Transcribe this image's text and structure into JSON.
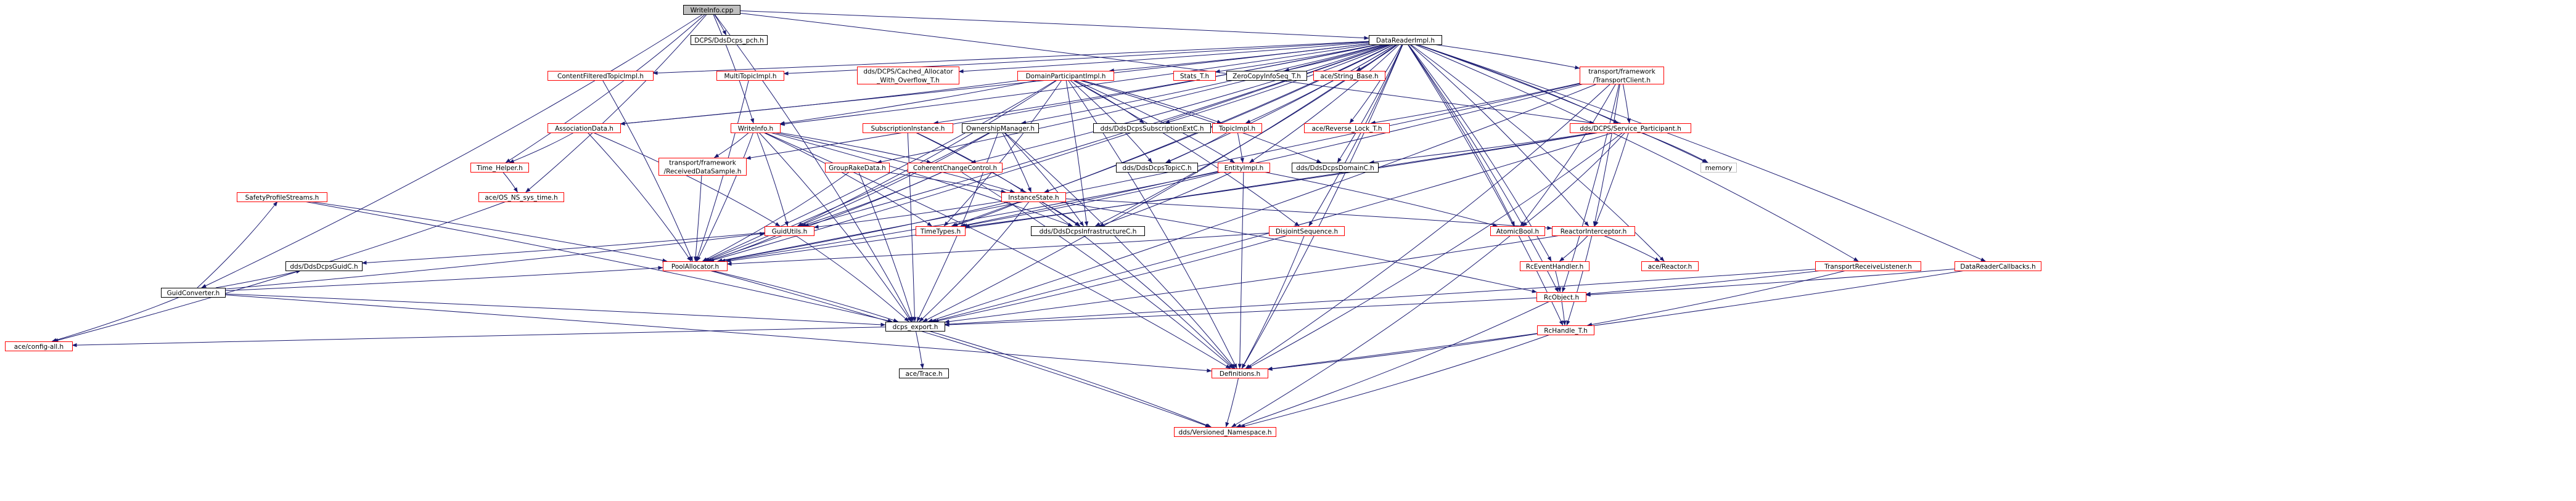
{
  "colors": {
    "edge": "#191970",
    "node_fill": "#ffffff",
    "root_fill": "#bfbfbf",
    "border_black": "#000000",
    "border_red": "#ff0000"
  },
  "nodes": [
    {
      "id": "WriteInfo.cpp",
      "label": "WriteInfo.cpp",
      "border": "black",
      "root": true
    },
    {
      "id": "DCPS/DdsDcps_pch.h",
      "label": "DCPS/DdsDcps_pch.h",
      "border": "black"
    },
    {
      "id": "DataReaderImpl.h",
      "label": "DataReaderImpl.h",
      "border": "black"
    },
    {
      "id": "GuidConverter.h",
      "label": "GuidConverter.h",
      "border": "black"
    },
    {
      "id": "ContentFilteredTopicImpl.h",
      "label": "ContentFilteredTopicImpl.h",
      "border": "red"
    },
    {
      "id": "MultiTopicImpl.h",
      "label": "MultiTopicImpl.h",
      "border": "red"
    },
    {
      "id": "Cached_Allocator",
      "label": [
        "dds/DCPS/Cached_Allocator",
        "_With_Overflow_T.h"
      ],
      "border": "red"
    },
    {
      "id": "DomainParticipantImpl.h",
      "label": "DomainParticipantImpl.h",
      "border": "red"
    },
    {
      "id": "Stats_T.h",
      "label": "Stats_T.h",
      "border": "red"
    },
    {
      "id": "ZeroCopyInfoSeq_T.h",
      "label": "ZeroCopyInfoSeq_T.h",
      "border": "black"
    },
    {
      "id": "ace/String_Base.h",
      "label": "ace/String_Base.h",
      "border": "red"
    },
    {
      "id": "TransportClient.h",
      "label": [
        "transport/framework",
        "/TransportClient.h"
      ],
      "border": "red"
    },
    {
      "id": "AssociationData.h",
      "label": "AssociationData.h",
      "border": "red"
    },
    {
      "id": "WriteInfo.h",
      "label": "WriteInfo.h",
      "border": "red"
    },
    {
      "id": "SubscriptionInstance.h",
      "label": "SubscriptionInstance.h",
      "border": "red"
    },
    {
      "id": "OwnershipManager.h",
      "label": "OwnershipManager.h",
      "border": "black"
    },
    {
      "id": "DdsDcpsSubscriptionExtC.h",
      "label": "dds/DdsDcpsSubscriptionExtC.h",
      "border": "black"
    },
    {
      "id": "TopicImpl.h",
      "label": "TopicImpl.h",
      "border": "red"
    },
    {
      "id": "ace/Reverse_Lock_T.h",
      "label": "ace/Reverse_Lock_T.h",
      "border": "red"
    },
    {
      "id": "Service_Participant.h",
      "label": "dds/DCPS/Service_Participant.h",
      "border": "red"
    },
    {
      "id": "Time_Helper.h",
      "label": "Time_Helper.h",
      "border": "red"
    },
    {
      "id": "ReceivedDataSample.h",
      "label": [
        "transport/framework",
        "/ReceivedDataSample.h"
      ],
      "border": "red"
    },
    {
      "id": "GroupRakeData.h",
      "label": "GroupRakeData.h",
      "border": "red"
    },
    {
      "id": "CoherentChangeControl.h",
      "label": "CoherentChangeControl.h",
      "border": "red"
    },
    {
      "id": "InstanceState.h",
      "label": "InstanceState.h",
      "border": "red"
    },
    {
      "id": "DdsDcpsTopicC.h",
      "label": "dds/DdsDcpsTopicC.h",
      "border": "black"
    },
    {
      "id": "EntityImpl.h",
      "label": "EntityImpl.h",
      "border": "red"
    },
    {
      "id": "DdsDcpsDomainC.h",
      "label": "dds/DdsDcpsDomainC.h",
      "border": "black"
    },
    {
      "id": "memory",
      "label": "memory",
      "border": "grey"
    },
    {
      "id": "SafetyProfileStreams.h",
      "label": "SafetyProfileStreams.h",
      "border": "red"
    },
    {
      "id": "ace/OS_NS_sys_time.h",
      "label": "ace/OS_NS_sys_time.h",
      "border": "red"
    },
    {
      "id": "GuidUtils.h",
      "label": "GuidUtils.h",
      "border": "red"
    },
    {
      "id": "TimeTypes.h",
      "label": "TimeTypes.h",
      "border": "red"
    },
    {
      "id": "DdsDcpsInfrastructureC.h",
      "label": "dds/DdsDcpsInfrastructureC.h",
      "border": "black"
    },
    {
      "id": "DisjointSequence.h",
      "label": "DisjointSequence.h",
      "border": "red"
    },
    {
      "id": "AtomicBool.h",
      "label": "AtomicBool.h",
      "border": "red"
    },
    {
      "id": "ReactorInterceptor.h",
      "label": "ReactorInterceptor.h",
      "border": "red"
    },
    {
      "id": "DdsDcpsGuidC.h",
      "label": "dds/DdsDcpsGuidC.h",
      "border": "black"
    },
    {
      "id": "PoolAllocator.h",
      "label": "PoolAllocator.h",
      "border": "red"
    },
    {
      "id": "RcEventHandler.h",
      "label": "RcEventHandler.h",
      "border": "red"
    },
    {
      "id": "ace/Reactor.h",
      "label": "ace/Reactor.h",
      "border": "red"
    },
    {
      "id": "TransportReceiveListener.h",
      "label": "TransportReceiveListener.h",
      "border": "red"
    },
    {
      "id": "DataReaderCallbacks.h",
      "label": "DataReaderCallbacks.h",
      "border": "red"
    },
    {
      "id": "RcObject.h",
      "label": "RcObject.h",
      "border": "red"
    },
    {
      "id": "dcps_export.h",
      "label": "dcps_export.h",
      "border": "black"
    },
    {
      "id": "RcHandle_T.h",
      "label": "RcHandle_T.h",
      "border": "red"
    },
    {
      "id": "ace/config-all.h",
      "label": "ace/config-all.h",
      "border": "red"
    },
    {
      "id": "ace/Trace.h",
      "label": "ace/Trace.h",
      "border": "black"
    },
    {
      "id": "Definitions.h",
      "label": "Definitions.h",
      "border": "red"
    },
    {
      "id": "Versioned_Namespace.h",
      "label": "dds/Versioned_Namespace.h",
      "border": "red"
    }
  ],
  "edges": [
    [
      "WriteInfo.cpp",
      "DCPS/DdsDcps_pch.h"
    ],
    [
      "WriteInfo.cpp",
      "DataReaderImpl.h"
    ],
    [
      "WriteInfo.cpp",
      "GuidConverter.h"
    ],
    [
      "WriteInfo.cpp",
      "WriteInfo.h"
    ],
    [
      "WriteInfo.cpp",
      "Time_Helper.h"
    ],
    [
      "WriteInfo.cpp",
      "ace/OS_NS_sys_time.h"
    ],
    [
      "WriteInfo.cpp",
      "Service_Participant.h"
    ],
    [
      "WriteInfo.cpp",
      "dcps_export.h"
    ],
    [
      "DataReaderImpl.h",
      "ContentFilteredTopicImpl.h"
    ],
    [
      "DataReaderImpl.h",
      "MultiTopicImpl.h"
    ],
    [
      "DataReaderImpl.h",
      "Cached_Allocator"
    ],
    [
      "DataReaderImpl.h",
      "DomainParticipantImpl.h"
    ],
    [
      "DataReaderImpl.h",
      "Stats_T.h"
    ],
    [
      "DataReaderImpl.h",
      "ZeroCopyInfoSeq_T.h"
    ],
    [
      "DataReaderImpl.h",
      "ace/String_Base.h"
    ],
    [
      "DataReaderImpl.h",
      "TransportClient.h"
    ],
    [
      "DataReaderImpl.h",
      "AssociationData.h"
    ],
    [
      "DataReaderImpl.h",
      "WriteInfo.h"
    ],
    [
      "DataReaderImpl.h",
      "SubscriptionInstance.h"
    ],
    [
      "DataReaderImpl.h",
      "OwnershipManager.h"
    ],
    [
      "DataReaderImpl.h",
      "DdsDcpsSubscriptionExtC.h"
    ],
    [
      "DataReaderImpl.h",
      "TopicImpl.h"
    ],
    [
      "DataReaderImpl.h",
      "ace/Reverse_Lock_T.h"
    ],
    [
      "DataReaderImpl.h",
      "Service_Participant.h"
    ],
    [
      "DataReaderImpl.h",
      "ReceivedDataSample.h"
    ],
    [
      "DataReaderImpl.h",
      "GroupRakeData.h"
    ],
    [
      "DataReaderImpl.h",
      "CoherentChangeControl.h"
    ],
    [
      "DataReaderImpl.h",
      "InstanceState.h"
    ],
    [
      "DataReaderImpl.h",
      "EntityImpl.h"
    ],
    [
      "DataReaderImpl.h",
      "DdsDcpsDomainC.h"
    ],
    [
      "DataReaderImpl.h",
      "memory"
    ],
    [
      "DataReaderImpl.h",
      "DdsDcpsTopicC.h"
    ],
    [
      "DataReaderImpl.h",
      "GuidUtils.h"
    ],
    [
      "DataReaderImpl.h",
      "TimeTypes.h"
    ],
    [
      "DataReaderImpl.h",
      "DdsDcpsInfrastructureC.h"
    ],
    [
      "DataReaderImpl.h",
      "DisjointSequence.h"
    ],
    [
      "DataReaderImpl.h",
      "AtomicBool.h"
    ],
    [
      "DataReaderImpl.h",
      "ReactorInterceptor.h"
    ],
    [
      "DataReaderImpl.h",
      "PoolAllocator.h"
    ],
    [
      "DataReaderImpl.h",
      "RcEventHandler.h"
    ],
    [
      "DataReaderImpl.h",
      "ace/Reactor.h"
    ],
    [
      "DataReaderImpl.h",
      "TransportReceiveListener.h"
    ],
    [
      "DataReaderImpl.h",
      "DataReaderCallbacks.h"
    ],
    [
      "DataReaderImpl.h",
      "RcObject.h"
    ],
    [
      "DataReaderImpl.h",
      "dcps_export.h"
    ],
    [
      "DataReaderImpl.h",
      "RcHandle_T.h"
    ],
    [
      "DataReaderImpl.h",
      "Definitions.h"
    ],
    [
      "GuidConverter.h",
      "SafetyProfileStreams.h"
    ],
    [
      "GuidConverter.h",
      "GuidUtils.h"
    ],
    [
      "GuidConverter.h",
      "DdsDcpsGuidC.h"
    ],
    [
      "GuidConverter.h",
      "PoolAllocator.h"
    ],
    [
      "GuidConverter.h",
      "dcps_export.h"
    ],
    [
      "GuidConverter.h",
      "Definitions.h"
    ],
    [
      "GuidConverter.h",
      "ace/config-all.h"
    ],
    [
      "ContentFilteredTopicImpl.h",
      "PoolAllocator.h"
    ],
    [
      "MultiTopicImpl.h",
      "PoolAllocator.h"
    ],
    [
      "DomainParticipantImpl.h",
      "WriteInfo.h"
    ],
    [
      "DomainParticipantImpl.h",
      "AssociationData.h"
    ],
    [
      "DomainParticipantImpl.h",
      "DdsDcpsSubscriptionExtC.h"
    ],
    [
      "DomainParticipantImpl.h",
      "TopicImpl.h"
    ],
    [
      "DomainParticipantImpl.h",
      "DdsDcpsTopicC.h"
    ],
    [
      "DomainParticipantImpl.h",
      "EntityImpl.h"
    ],
    [
      "DomainParticipantImpl.h",
      "DdsDcpsDomainC.h"
    ],
    [
      "DomainParticipantImpl.h",
      "GuidUtils.h"
    ],
    [
      "DomainParticipantImpl.h",
      "TimeTypes.h"
    ],
    [
      "DomainParticipantImpl.h",
      "DdsDcpsInfrastructureC.h"
    ],
    [
      "DomainParticipantImpl.h",
      "DisjointSequence.h"
    ],
    [
      "DomainParticipantImpl.h",
      "PoolAllocator.h"
    ],
    [
      "DomainParticipantImpl.h",
      "Definitions.h"
    ],
    [
      "TransportClient.h",
      "ace/Reverse_Lock_T.h"
    ],
    [
      "TransportClient.h",
      "Service_Participant.h"
    ],
    [
      "TransportClient.h",
      "TimeTypes.h"
    ],
    [
      "TransportClient.h",
      "AtomicBool.h"
    ],
    [
      "TransportClient.h",
      "ReactorInterceptor.h"
    ],
    [
      "TransportClient.h",
      "PoolAllocator.h"
    ],
    [
      "TransportClient.h",
      "RcObject.h"
    ],
    [
      "TransportClient.h",
      "dcps_export.h"
    ],
    [
      "TransportClient.h",
      "Definitions.h"
    ],
    [
      "AssociationData.h",
      "Time_Helper.h"
    ],
    [
      "AssociationData.h",
      "GuidUtils.h"
    ],
    [
      "AssociationData.h",
      "PoolAllocator.h"
    ],
    [
      "WriteInfo.h",
      "ReceivedDataSample.h"
    ],
    [
      "WriteInfo.h",
      "CoherentChangeControl.h"
    ],
    [
      "WriteInfo.h",
      "InstanceState.h"
    ],
    [
      "WriteInfo.h",
      "GuidUtils.h"
    ],
    [
      "WriteInfo.h",
      "TimeTypes.h"
    ],
    [
      "WriteInfo.h",
      "DdsDcpsInfrastructureC.h"
    ],
    [
      "WriteInfo.h",
      "dcps_export.h"
    ],
    [
      "WriteInfo.h",
      "Definitions.h"
    ],
    [
      "WriteInfo.h",
      "PoolAllocator.h"
    ],
    [
      "SubscriptionInstance.h",
      "InstanceState.h"
    ],
    [
      "SubscriptionInstance.h",
      "DdsDcpsInfrastructureC.h"
    ],
    [
      "SubscriptionInstance.h",
      "dcps_export.h"
    ],
    [
      "OwnershipManager.h",
      "InstanceState.h"
    ],
    [
      "OwnershipManager.h",
      "GuidUtils.h"
    ],
    [
      "OwnershipManager.h",
      "DdsDcpsInfrastructureC.h"
    ],
    [
      "OwnershipManager.h",
      "PoolAllocator.h"
    ],
    [
      "OwnershipManager.h",
      "dcps_export.h"
    ],
    [
      "OwnershipManager.h",
      "Definitions.h"
    ],
    [
      "TopicImpl.h",
      "DdsDcpsTopicC.h"
    ],
    [
      "TopicImpl.h",
      "EntityImpl.h"
    ],
    [
      "Service_Participant.h",
      "DdsDcpsDomainC.h"
    ],
    [
      "Service_Participant.h",
      "memory"
    ],
    [
      "Service_Participant.h",
      "TimeTypes.h"
    ],
    [
      "Service_Participant.h",
      "AtomicBool.h"
    ],
    [
      "Service_Participant.h",
      "ReactorInterceptor.h"
    ],
    [
      "Service_Participant.h",
      "PoolAllocator.h"
    ],
    [
      "Service_Participant.h",
      "dcps_export.h"
    ],
    [
      "Service_Participant.h",
      "Definitions.h"
    ],
    [
      "Time_Helper.h",
      "ace/OS_NS_sys_time.h"
    ],
    [
      "ReceivedDataSample.h",
      "PoolAllocator.h"
    ],
    [
      "GroupRakeData.h",
      "InstanceState.h"
    ],
    [
      "GroupRakeData.h",
      "PoolAllocator.h"
    ],
    [
      "GroupRakeData.h",
      "dcps_export.h"
    ],
    [
      "CoherentChangeControl.h",
      "GuidUtils.h"
    ],
    [
      "CoherentChangeControl.h",
      "PoolAllocator.h"
    ],
    [
      "CoherentChangeControl.h",
      "Definitions.h"
    ],
    [
      "InstanceState.h",
      "GuidUtils.h"
    ],
    [
      "InstanceState.h",
      "TimeTypes.h"
    ],
    [
      "InstanceState.h",
      "DdsDcpsInfrastructureC.h"
    ],
    [
      "InstanceState.h",
      "ReactorInterceptor.h"
    ],
    [
      "InstanceState.h",
      "PoolAllocator.h"
    ],
    [
      "InstanceState.h",
      "RcObject.h"
    ],
    [
      "InstanceState.h",
      "dcps_export.h"
    ],
    [
      "InstanceState.h",
      "Definitions.h"
    ],
    [
      "EntityImpl.h",
      "TimeTypes.h"
    ],
    [
      "EntityImpl.h",
      "DdsDcpsInfrastructureC.h"
    ],
    [
      "EntityImpl.h",
      "AtomicBool.h"
    ],
    [
      "EntityImpl.h",
      "PoolAllocator.h"
    ],
    [
      "EntityImpl.h",
      "Definitions.h"
    ],
    [
      "SafetyProfileStreams.h",
      "PoolAllocator.h"
    ],
    [
      "SafetyProfileStreams.h",
      "dcps_export.h"
    ],
    [
      "ace/OS_NS_sys_time.h",
      "ace/config-all.h"
    ],
    [
      "GuidUtils.h",
      "DdsDcpsGuidC.h"
    ],
    [
      "GuidUtils.h",
      "PoolAllocator.h"
    ],
    [
      "GuidUtils.h",
      "dcps_export.h"
    ],
    [
      "DisjointSequence.h",
      "PoolAllocator.h"
    ],
    [
      "DisjointSequence.h",
      "dcps_export.h"
    ],
    [
      "DisjointSequence.h",
      "Definitions.h"
    ],
    [
      "AtomicBool.h",
      "Versioned_Namespace.h"
    ],
    [
      "ReactorInterceptor.h",
      "RcEventHandler.h"
    ],
    [
      "ReactorInterceptor.h",
      "ace/Reactor.h"
    ],
    [
      "ReactorInterceptor.h",
      "RcHandle_T.h"
    ],
    [
      "ReactorInterceptor.h",
      "dcps_export.h"
    ],
    [
      "PoolAllocator.h",
      "dcps_export.h"
    ],
    [
      "PoolAllocator.h",
      "Versioned_Namespace.h"
    ],
    [
      "RcEventHandler.h",
      "RcObject.h"
    ],
    [
      "TransportReceiveListener.h",
      "RcObject.h"
    ],
    [
      "TransportReceiveListener.h",
      "RcHandle_T.h"
    ],
    [
      "TransportReceiveListener.h",
      "dcps_export.h"
    ],
    [
      "DataReaderCallbacks.h",
      "RcObject.h"
    ],
    [
      "DataReaderCallbacks.h",
      "Definitions.h"
    ],
    [
      "RcObject.h",
      "dcps_export.h"
    ],
    [
      "RcObject.h",
      "RcHandle_T.h"
    ],
    [
      "RcObject.h",
      "Versioned_Namespace.h"
    ],
    [
      "dcps_export.h",
      "ace/config-all.h"
    ],
    [
      "dcps_export.h",
      "ace/Trace.h"
    ],
    [
      "dcps_export.h",
      "Versioned_Namespace.h"
    ],
    [
      "RcHandle_T.h",
      "Definitions.h"
    ],
    [
      "RcHandle_T.h",
      "Versioned_Namespace.h"
    ],
    [
      "Definitions.h",
      "Versioned_Namespace.h"
    ]
  ]
}
